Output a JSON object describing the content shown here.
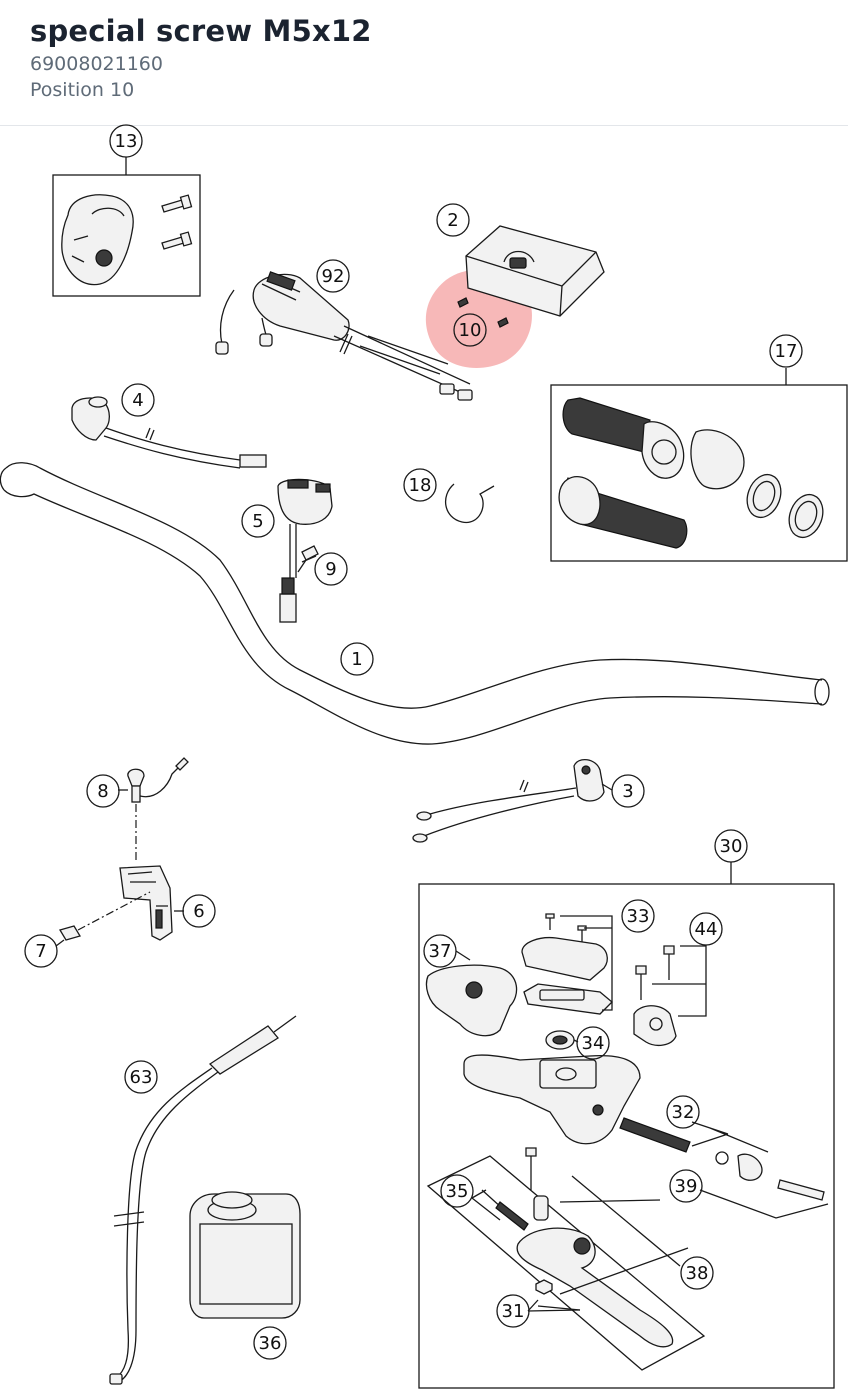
{
  "header": {
    "title": "special screw M5x12",
    "part_number": "69008021160",
    "position_text": "Position 10"
  },
  "diagram": {
    "highlight_color": "#f4a0a0",
    "callouts": [
      "13",
      "2",
      "92",
      "10",
      "17",
      "4",
      "18",
      "5",
      "9",
      "1",
      "8",
      "3",
      "30",
      "6",
      "33",
      "7",
      "44",
      "37",
      "34",
      "63",
      "32",
      "39",
      "35",
      "38",
      "31",
      "36"
    ]
  }
}
